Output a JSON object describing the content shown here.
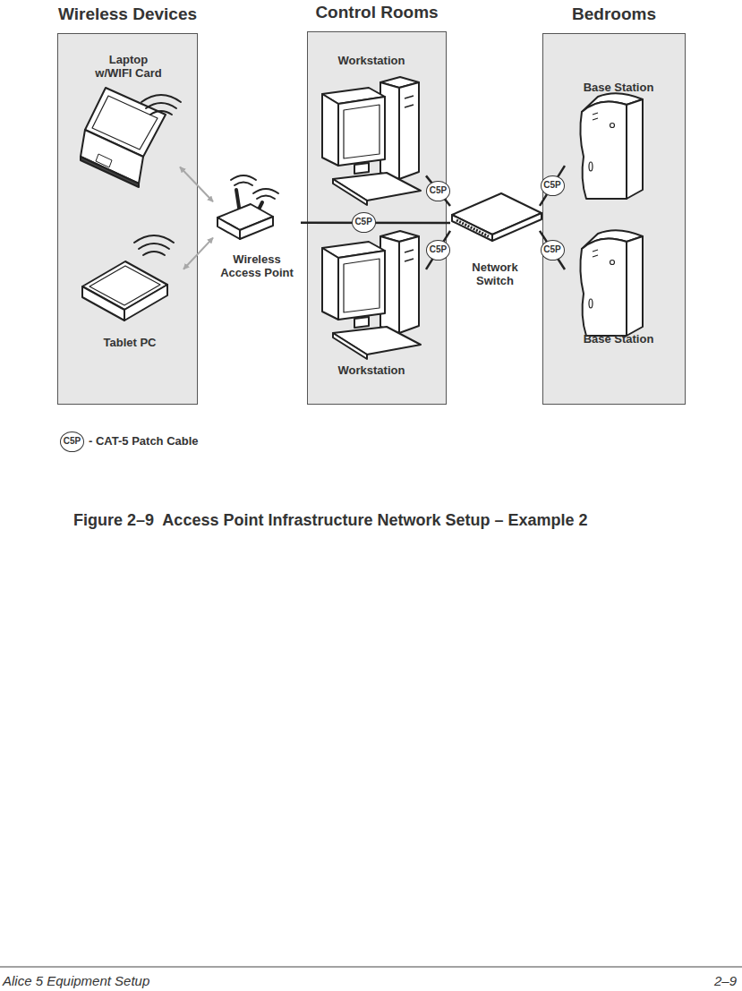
{
  "diagram": {
    "caption": "Figure 2–9  Access Point Infrastructure Network Setup – Example 2",
    "nodes": [
      {
        "text": [
          "Wireless Devices"
        ]
      },
      {
        "text": [
          "Laptop w/WIFI Card"
        ],
        "in": 0
      },
      {
        "text": [
          "Tablet PC"
        ],
        "in": 0
      },
      {
        "text": [
          "Wireless Access Point"
        ]
      },
      {
        "text": [
          "Control Rooms"
        ]
      },
      {
        "text": [
          "Workstation"
        ],
        "in": 4
      },
      {
        "text": [
          "Workstation"
        ],
        "in": 4
      },
      {
        "text": [
          "Network Switch"
        ]
      },
      {
        "text": [
          "Bedrooms"
        ]
      },
      {
        "text": [
          "Base Station"
        ],
        "in": 8
      },
      {
        "text": [
          "Base Station"
        ],
        "in": 8
      }
    ],
    "edges": [
      {
        "from": 1,
        "to": 3,
        "arrow": "both"
      },
      {
        "from": 2,
        "to": 3,
        "arrow": "both"
      },
      {
        "from": 3,
        "to": 7,
        "label": "C5P",
        "arrow": "none"
      },
      {
        "from": 7,
        "to": 5,
        "label": "C5P",
        "arrow": "none"
      },
      {
        "from": 7,
        "to": 6,
        "label": "C5P",
        "arrow": "none"
      },
      {
        "from": 7,
        "to": 9,
        "label": "C5P",
        "arrow": "none"
      },
      {
        "from": 7,
        "to": 10,
        "label": "C5P",
        "arrow": "none"
      }
    ],
    "labels": [
      "C5P",
      "Alice 5 Equipment Setup",
      "2–9"
    ],
    "legend": [
      {
        "text": "- CAT-5 Patch Cable"
      }
    ]
  }
}
